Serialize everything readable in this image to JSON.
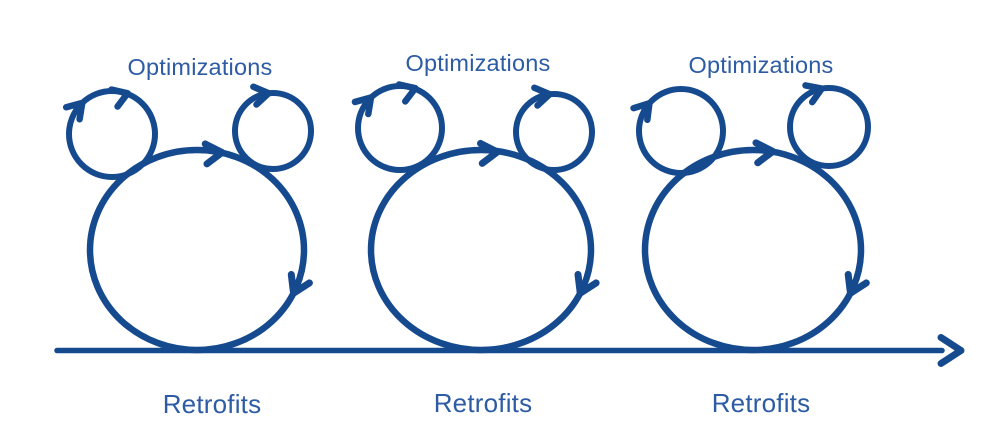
{
  "colors": {
    "shape_stroke": "#164a8f",
    "label_text": "#2d5ba4",
    "background": "#ffffff"
  },
  "units": [
    {
      "top_label": "Optimizations",
      "bottom_label": "Retrofits"
    },
    {
      "top_label": "Optimizations",
      "bottom_label": "Retrofits"
    },
    {
      "top_label": "Optimizations",
      "bottom_label": "Retrofits"
    }
  ],
  "timeline": {
    "arrow_direction": "right"
  }
}
